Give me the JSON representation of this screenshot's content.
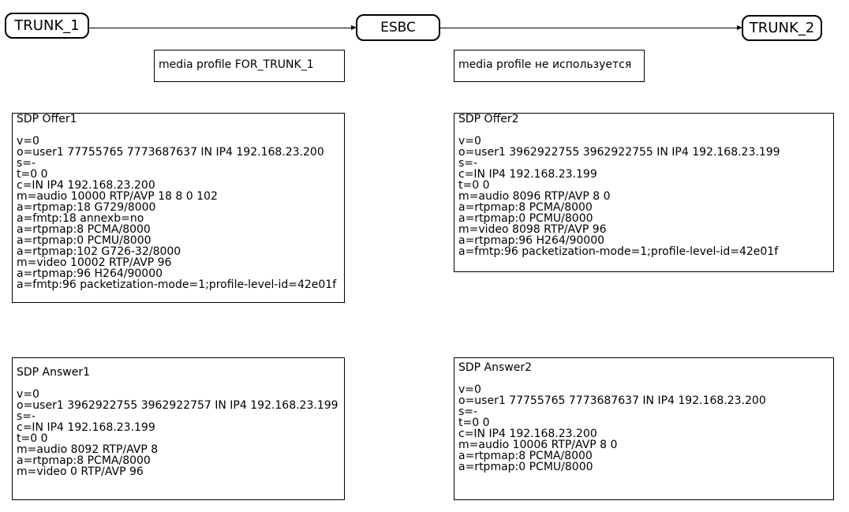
{
  "nodes": {
    "trunk1": "TRUNK_1",
    "esbc": "ESBC",
    "trunk2": "TRUNK_2"
  },
  "profiles": {
    "left": "media profile FOR_TRUNK_1",
    "right": "media profile не используется"
  },
  "offer1": {
    "title": "SDP Offer1",
    "lines": [
      "v=0",
      "o=user1 77755765 7773687637 IN IP4 192.168.23.200",
      "s=-",
      "t=0 0",
      "c=IN IP4 192.168.23.200",
      "m=audio 10000 RTP/AVP 18 8 0 102",
      "a=rtpmap:18 G729/8000",
      "a=fmtp:18 annexb=no",
      "a=rtpmap:8 PCMA/8000",
      "a=rtpmap:0 PCMU/8000",
      "a=rtpmap:102 G726-32/8000",
      "m=video 10002 RTP/AVP 96",
      "a=rtpmap:96 H264/90000",
      "a=fmtp:96 packetization-mode=1;profile-level-id=42e01f"
    ]
  },
  "offer2": {
    "title": "SDP Offer2",
    "lines": [
      "v=0",
      "o=user1 3962922755 3962922755 IN IP4 192.168.23.199",
      "s=-",
      "c=IN IP4 192.168.23.199",
      "t=0 0",
      "m=audio 8096 RTP/AVP 8 0",
      "a=rtpmap:8 PCMA/8000",
      "a=rtpmap:0 PCMU/8000",
      "m=video 8098 RTP/AVP 96",
      "a=rtpmap:96 H264/90000",
      "a=fmtp:96 packetization-mode=1;profile-level-id=42e01f"
    ]
  },
  "answer1": {
    "title": "SDP Answer1",
    "lines": [
      "v=0",
      "o=user1 3962922755 3962922757 IN IP4 192.168.23.199",
      "s=-",
      "c=IN IP4 192.168.23.199",
      "t=0 0",
      "m=audio 8092 RTP/AVP 8",
      "a=rtpmap:8 PCMA/8000",
      "m=video 0 RTP/AVP 96"
    ]
  },
  "answer2": {
    "title": "SDP Answer2",
    "lines": [
      "v=0",
      "o=user1 77755765 7773687637 IN IP4 192.168.23.200",
      "s=-",
      "t=0 0",
      "c=IN IP4 192.168.23.200",
      "m=audio 10006 RTP/AVP 8 0",
      "a=rtpmap:8 PCMA/8000",
      "a=rtpmap:0 PCMU/8000"
    ]
  }
}
